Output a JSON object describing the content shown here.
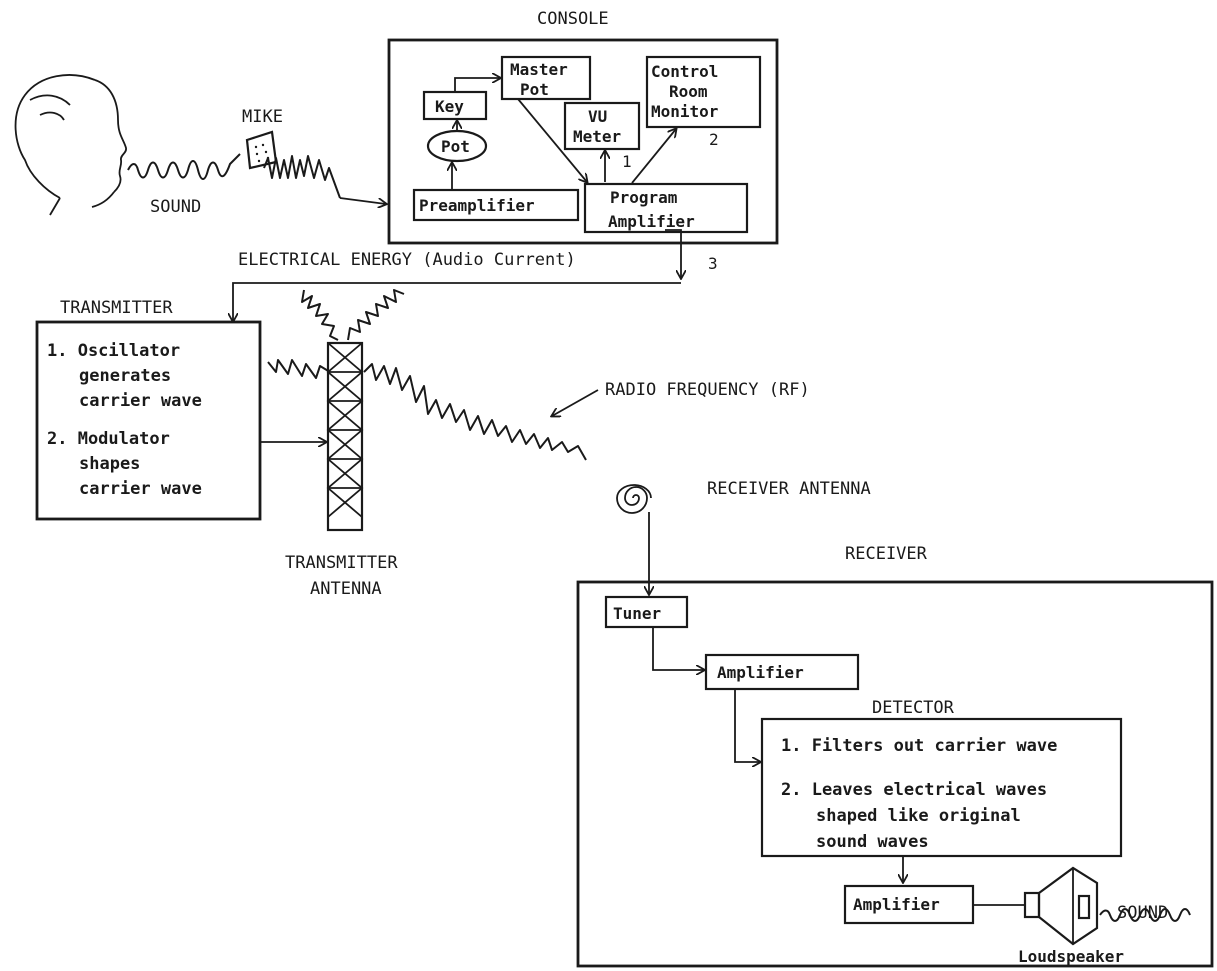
{
  "console": {
    "title": "CONSOLE",
    "master_pot": [
      "Master",
      "Pot"
    ],
    "key": "Key",
    "pot": "Pot",
    "vu_meter": [
      "VU",
      "Meter"
    ],
    "control_room_monitor": [
      "Control",
      "Room",
      "Monitor"
    ],
    "num_1": "1",
    "num_2": "2",
    "preamplifier": "Preamplifier",
    "program_amplifier": [
      "Program",
      "Amplifier"
    ]
  },
  "source": {
    "mike": "MIKE",
    "sound": "SOUND"
  },
  "link": {
    "electrical_energy": "ELECTRICAL ENERGY (Audio Current)",
    "num_3": "3"
  },
  "transmitter": {
    "title": "TRANSMITTER",
    "step1": [
      "1. Oscillator",
      "generates",
      "carrier wave"
    ],
    "step2": [
      "2. Modulator",
      "shapes",
      "carrier wave"
    ],
    "antenna": [
      "TRANSMITTER",
      "ANTENNA"
    ]
  },
  "rf": {
    "label": "RADIO FREQUENCY (RF)",
    "receiver_antenna": "RECEIVER ANTENNA"
  },
  "receiver": {
    "title": "RECEIVER",
    "tuner": "Tuner",
    "amplifier1": "Amplifier",
    "detector_title": "DETECTOR",
    "detector_step1": "1. Filters out carrier wave",
    "detector_step2": [
      "2. Leaves electrical waves",
      "shaped like original",
      "sound waves"
    ],
    "amplifier2": "Amplifier",
    "sound": "SOUND",
    "loudspeaker": "Loudspeaker"
  }
}
